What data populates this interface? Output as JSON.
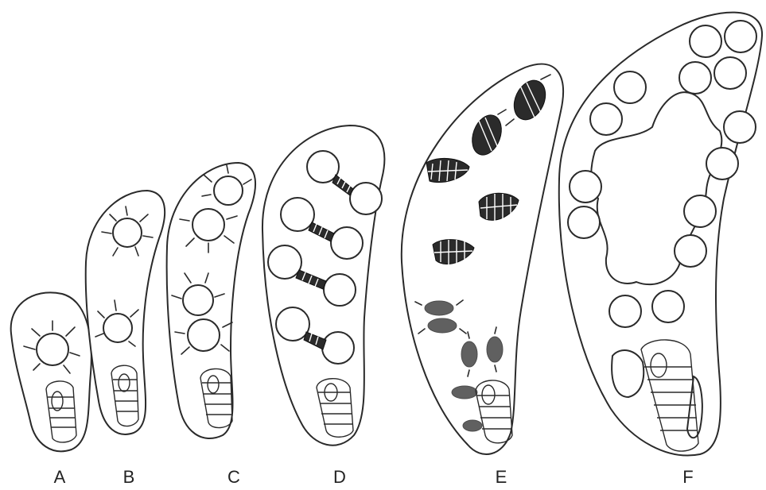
{
  "stage_labels": {
    "a": "A",
    "b": "B",
    "c": "C",
    "d": "D",
    "e": "E",
    "f": "F"
  }
}
